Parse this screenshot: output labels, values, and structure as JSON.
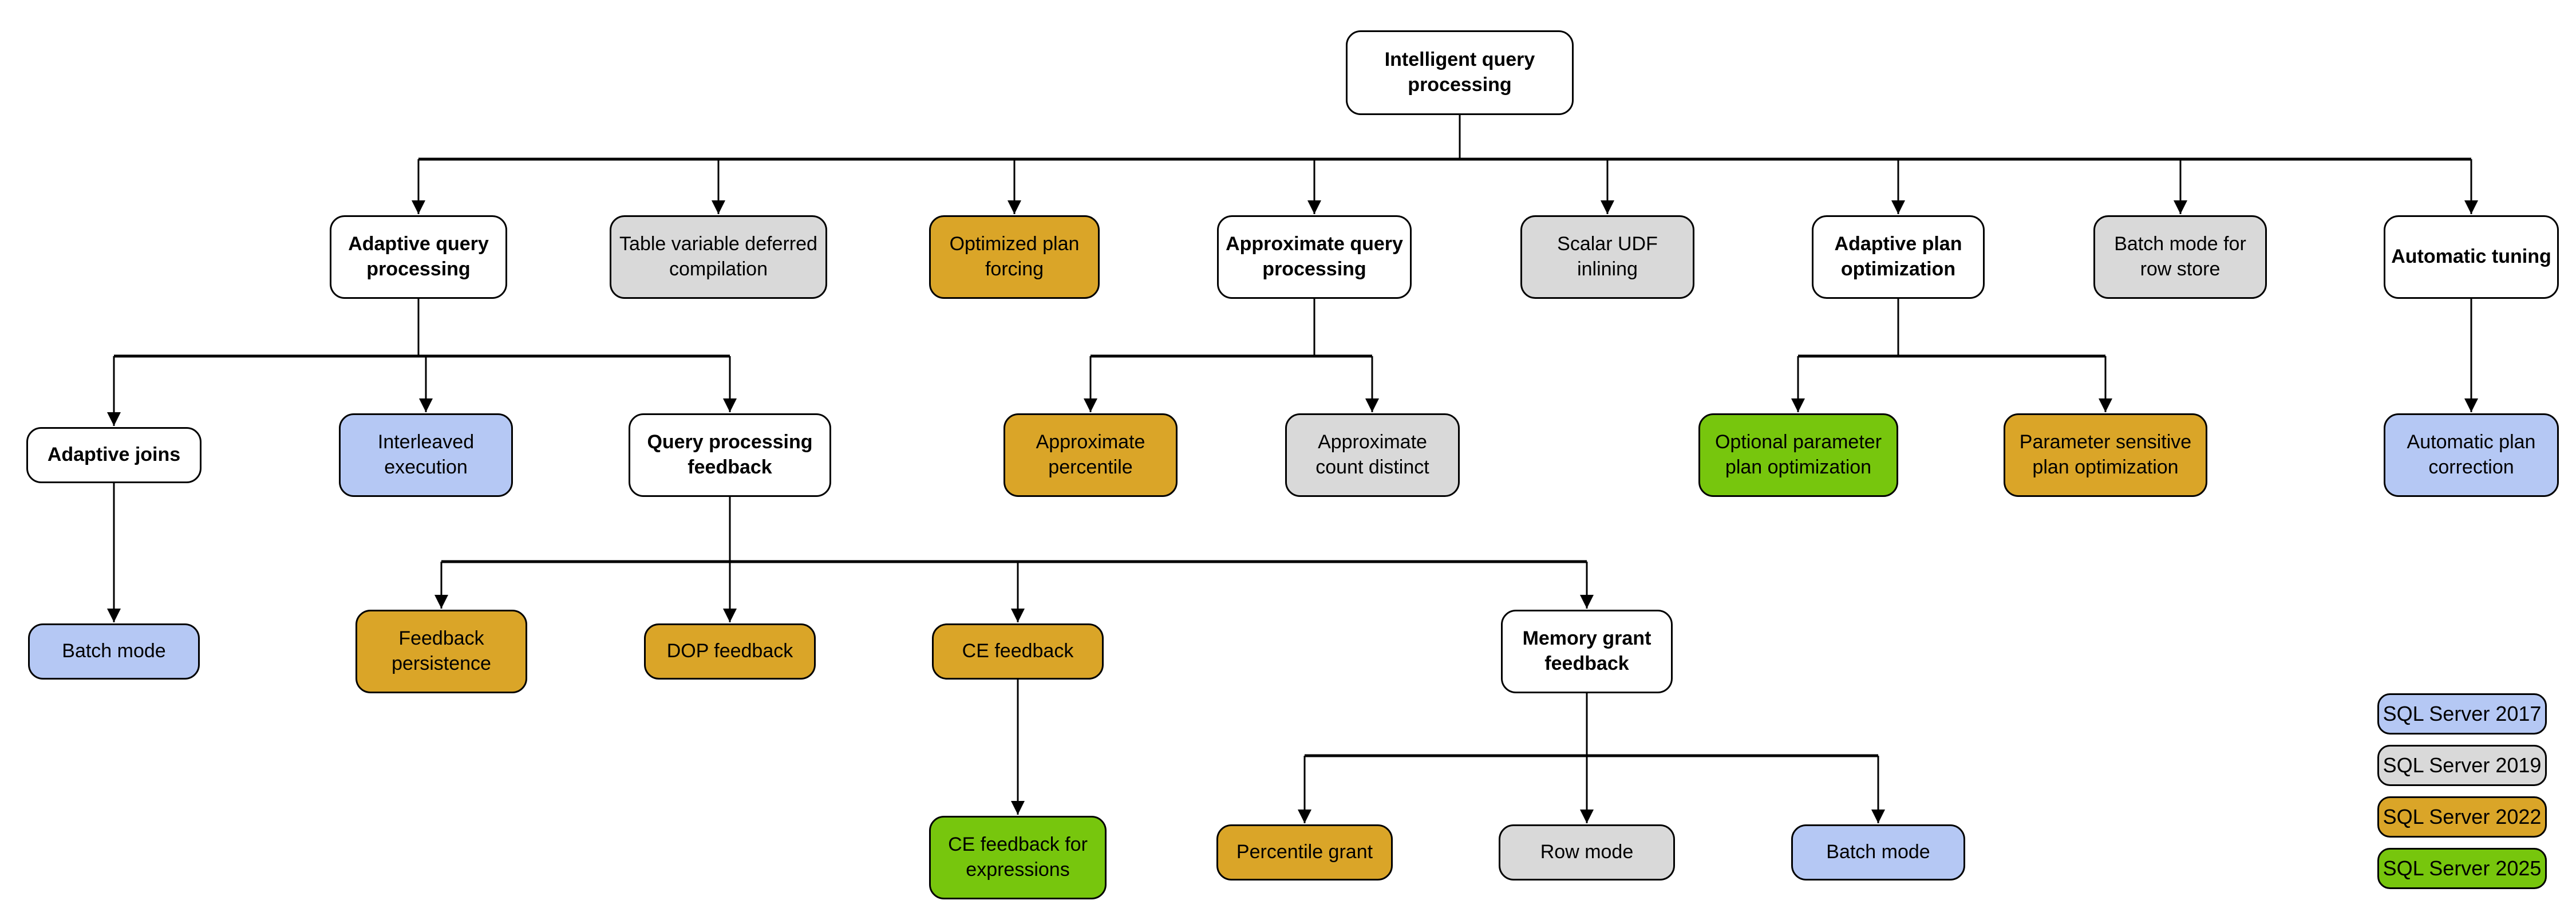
{
  "colors": {
    "base": "#FFFFFF",
    "sql2017": "#B5C8F4",
    "sql2019": "#D9D9D9",
    "sql2022": "#DAA528",
    "sql2025": "#77C60D",
    "border": "#000000",
    "line": "#000000"
  },
  "nodes": {
    "intelligent_query_processing": {
      "label": "Intelligent query processing",
      "version_color": "base"
    },
    "adaptive_query_processing": {
      "label": "Adaptive query processing",
      "version_color": "base"
    },
    "table_variable_deferred_compilation": {
      "label": "Table variable deferred compilation",
      "version_color": "sql2019"
    },
    "optimized_plan_forcing": {
      "label": "Optimized plan forcing",
      "version_color": "sql2022"
    },
    "approximate_query_processing": {
      "label": "Approximate query processing",
      "version_color": "base"
    },
    "scalar_udf_inlining": {
      "label": "Scalar UDF inlining",
      "version_color": "sql2019"
    },
    "adaptive_plan_optimization": {
      "label": "Adaptive plan optimization",
      "version_color": "base"
    },
    "batch_mode_for_row_store": {
      "label": "Batch mode for row store",
      "version_color": "sql2019"
    },
    "automatic_tuning": {
      "label": "Automatic tuning",
      "version_color": "base"
    },
    "adaptive_joins": {
      "label": "Adaptive joins",
      "version_color": "base"
    },
    "interleaved_execution": {
      "label": "Interleaved execution",
      "version_color": "sql2017"
    },
    "query_processing_feedback": {
      "label": "Query processing feedback",
      "version_color": "base"
    },
    "approximate_percentile": {
      "label": "Approximate percentile",
      "version_color": "sql2022"
    },
    "approximate_count_distinct": {
      "label": "Approximate count distinct",
      "version_color": "sql2019"
    },
    "optional_parameter_plan_optimization": {
      "label": "Optional parameter plan optimization",
      "version_color": "sql2025"
    },
    "parameter_sensitive_plan_optimization": {
      "label": "Parameter sensitive plan optimization",
      "version_color": "sql2022"
    },
    "automatic_plan_correction": {
      "label": "Automatic plan correction",
      "version_color": "sql2017"
    },
    "batch_mode_adaptive_joins": {
      "label": "Batch mode",
      "version_color": "sql2017"
    },
    "feedback_persistence": {
      "label": "Feedback persistence",
      "version_color": "sql2022"
    },
    "dop_feedback": {
      "label": "DOP feedback",
      "version_color": "sql2022"
    },
    "ce_feedback": {
      "label": "CE feedback",
      "version_color": "sql2022"
    },
    "memory_grant_feedback": {
      "label": "Memory grant feedback",
      "version_color": "base"
    },
    "ce_feedback_for_expressions": {
      "label": "CE feedback for expressions",
      "version_color": "sql2025"
    },
    "percentile_grant": {
      "label": "Percentile grant",
      "version_color": "sql2022"
    },
    "row_mode": {
      "label": "Row mode",
      "version_color": "sql2019"
    },
    "batch_mode_memory_grant": {
      "label": "Batch mode",
      "version_color": "sql2017"
    }
  },
  "legend": {
    "items": [
      {
        "label": "SQL Server 2017",
        "color_key": "sql2017"
      },
      {
        "label": "SQL Server 2019",
        "color_key": "sql2019"
      },
      {
        "label": "SQL Server 2022",
        "color_key": "sql2022"
      },
      {
        "label": "SQL Server 2025",
        "color_key": "sql2025"
      }
    ]
  }
}
